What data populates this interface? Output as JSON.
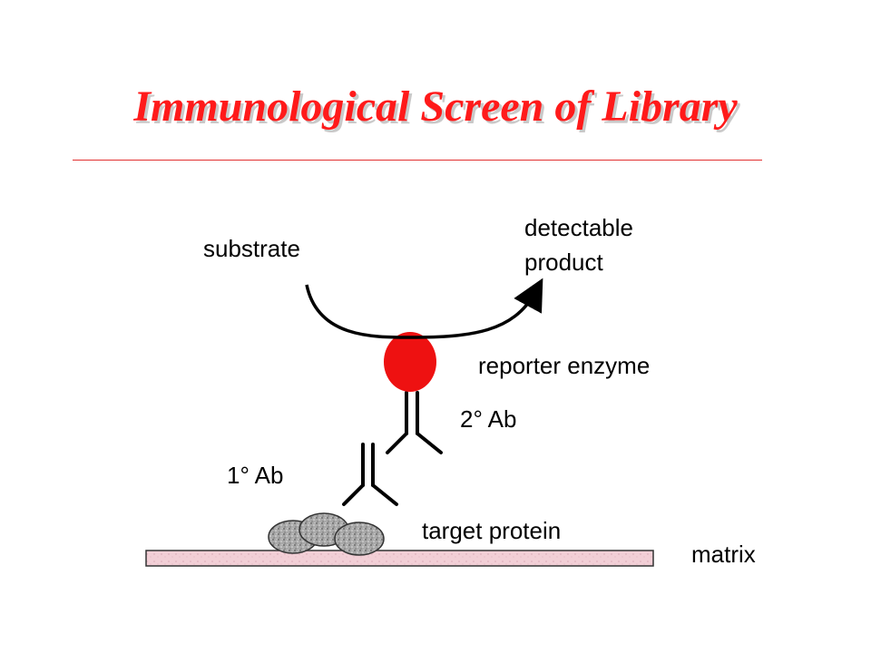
{
  "title": "Immunological Screen of Library",
  "labels": {
    "substrate": "substrate",
    "product_line1": "detectable",
    "product_line2": "product",
    "enzyme": "reporter enzyme",
    "secondary_ab": "2° Ab",
    "primary_ab": "1° Ab",
    "target": "target protein",
    "matrix": "matrix"
  },
  "colors": {
    "title": "#ff1a1a",
    "enzyme": "#ee1111",
    "matrix_fill": "#f2cfd6",
    "protein_fill": "#a8a8a8",
    "line": "#000000"
  }
}
